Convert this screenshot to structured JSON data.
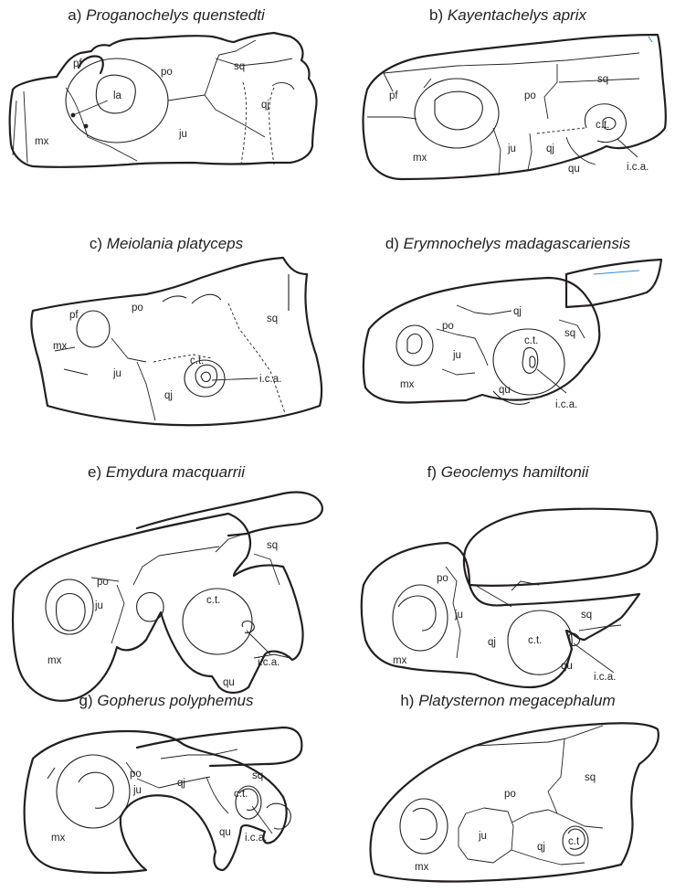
{
  "panels": [
    {
      "letter": "a)",
      "species": "Proganochelys quenstedti",
      "labels": [
        "pf",
        "la",
        "po",
        "sq",
        "mx",
        "ju",
        "qj"
      ]
    },
    {
      "letter": "b)",
      "species": "Kayentachelys aprix",
      "labels": [
        "pf",
        "po",
        "sq",
        "mx",
        "ju",
        "qj",
        "c.t.",
        "qu",
        "i.c.a."
      ]
    },
    {
      "letter": "c)",
      "species": "Meiolania platyceps",
      "labels": [
        "pf",
        "po",
        "sq",
        "mx",
        "ju",
        "c.t.",
        "qj",
        "i.c.a."
      ]
    },
    {
      "letter": "d)",
      "species": "Erymnochelys madagascariensis",
      "labels": [
        "po",
        "qj",
        "sq",
        "ju",
        "c.t.",
        "mx",
        "qu",
        "i.c.a."
      ]
    },
    {
      "letter": "e)",
      "species": "Emydura macquarrii",
      "labels": [
        "sq",
        "po",
        "ju",
        "c.t.",
        "mx",
        "i.c.a.",
        "qu"
      ]
    },
    {
      "letter": "f)",
      "species": "Geoclemys hamiltonii",
      "labels": [
        "po",
        "ju",
        "sq",
        "qj",
        "c.t.",
        "mx",
        "qu",
        "i.c.a."
      ]
    },
    {
      "letter": "g)",
      "species": "Gopherus polyphemus",
      "labels": [
        "po",
        "sq",
        "ju",
        "qj",
        "c.t.",
        "mx",
        "qu",
        "i.c.a."
      ]
    },
    {
      "letter": "h)",
      "species": "Platysternon megacephalum",
      "labels": [
        "po",
        "sq",
        "ju",
        "qj",
        "c.t",
        "mx"
      ]
    }
  ]
}
